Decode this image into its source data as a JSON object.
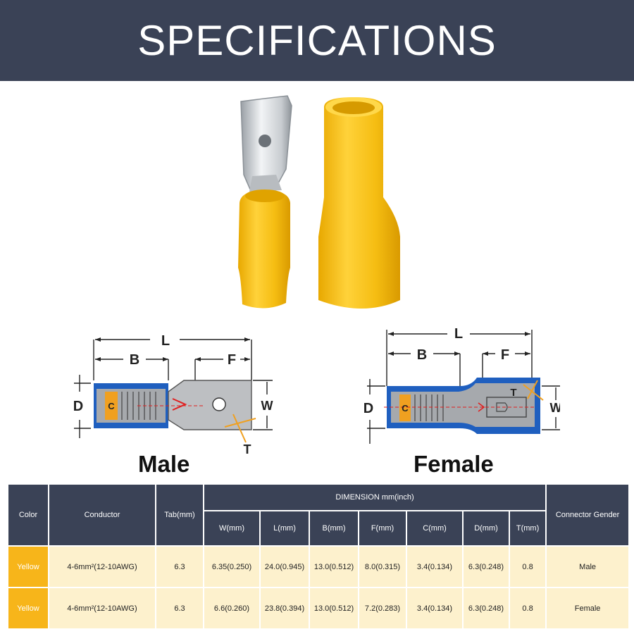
{
  "header": {
    "title": "SPECIFICATIONS"
  },
  "diagrams": {
    "male": {
      "caption": "Male",
      "labels": {
        "L": "L",
        "B": "B",
        "F": "F",
        "D": "D",
        "W": "W",
        "C": "C",
        "T": "T"
      }
    },
    "female": {
      "caption": "Female",
      "labels": {
        "L": "L",
        "B": "B",
        "F": "F",
        "D": "D",
        "W": "W",
        "C": "C",
        "T": "T"
      }
    }
  },
  "table": {
    "headers": {
      "color": "Color",
      "conductor": "Conductor",
      "tab": "Tab(mm)",
      "dimension_group": "DIMENSION mm(inch)",
      "gender": "Connector Gender",
      "dims": [
        "W(mm)",
        "L(mm)",
        "B(mm)",
        "F(mm)",
        "C(mm)",
        "D(mm)",
        "T(mm)"
      ]
    },
    "rows": [
      {
        "color": "Yellow",
        "conductor": "4-6mm²(12-10AWG)",
        "tab": "6.3",
        "dims": [
          "6.35(0.250)",
          "24.0(0.945)",
          "13.0(0.512)",
          "8.0(0.315)",
          "3.4(0.134)",
          "6.3(0.248)",
          "0.8"
        ],
        "gender": "Male"
      },
      {
        "color": "Yellow",
        "conductor": "4-6mm²(12-10AWG)",
        "tab": "6.3",
        "dims": [
          "6.6(0.260)",
          "23.8(0.394)",
          "13.0(0.512)",
          "7.2(0.283)",
          "3.4(0.134)",
          "6.3(0.248)",
          "0.8"
        ],
        "gender": "Female"
      }
    ]
  },
  "colors": {
    "header_bg": "#3a4256",
    "connector_yellow": "#f5c518",
    "insulation_blue": "#1f5fbf",
    "row_bg": "#fdf1cd",
    "color_cell": "#f7b51a",
    "dimension_accent": "#f0a020"
  }
}
